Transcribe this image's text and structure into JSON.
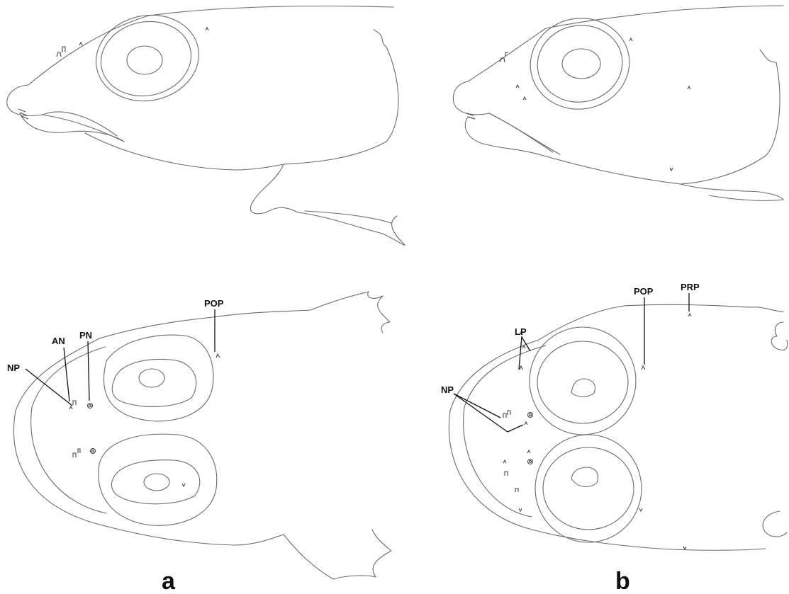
{
  "panels": [
    {
      "id": "a",
      "label": "a"
    },
    {
      "id": "b",
      "label": "b"
    }
  ],
  "annotations": {
    "a": {
      "np": "NP",
      "an": "AN",
      "pn": "PN",
      "pop": "POP"
    },
    "b": {
      "lp": "LP",
      "np": "NP",
      "pop": "POP",
      "prp": "PRP"
    }
  }
}
